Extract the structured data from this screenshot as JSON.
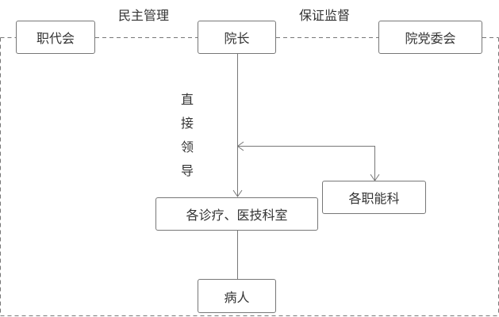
{
  "nodes": {
    "staff_congress": "职代会",
    "president": "院长",
    "party_committee": "院党委会",
    "functional_depts": "各职能科",
    "clinical_depts": "各诊疗、医技科室",
    "patients": "病人"
  },
  "edge_labels": {
    "democratic_management": "民主管理",
    "supervision": "保证监督",
    "direct_leadership": [
      "直",
      "接",
      "领",
      "导"
    ]
  },
  "colors": {
    "line": "#777777",
    "text": "#333333"
  }
}
